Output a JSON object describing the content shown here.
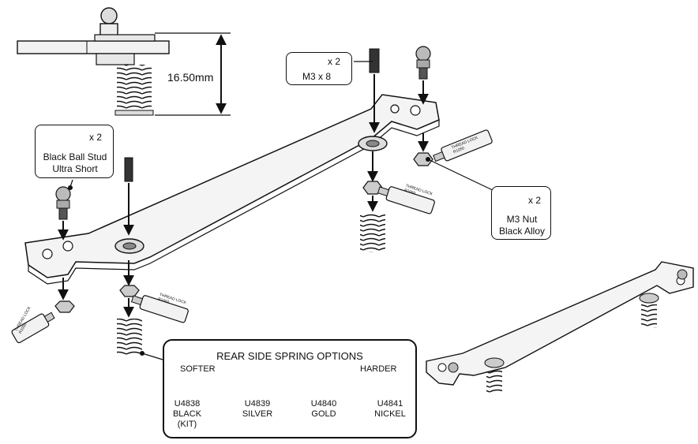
{
  "dimension": {
    "value": "16.50mm"
  },
  "callouts": {
    "screw": {
      "qty": "x 2",
      "name": "M3 x 8"
    },
    "ball_stud": {
      "qty": "x 2",
      "line1": "Black Ball Stud",
      "line2": "Ultra Short"
    },
    "nut": {
      "qty": "x 2",
      "line1": "M3 Nut",
      "line2": "Black Alloy"
    }
  },
  "thread_lock": {
    "line1": "THREAD LOCK",
    "line2": "R1050"
  },
  "spring_options": {
    "title": "REAR SIDE SPRING OPTIONS",
    "softer": "SOFTER",
    "harder": "HARDER",
    "items": [
      {
        "code": "U4838",
        "color": "BLACK",
        "note": "(KIT)"
      },
      {
        "code": "U4839",
        "color": "SILVER",
        "note": ""
      },
      {
        "code": "U4840",
        "color": "GOLD",
        "note": ""
      },
      {
        "code": "U4841",
        "color": "NICKEL",
        "note": ""
      }
    ]
  }
}
